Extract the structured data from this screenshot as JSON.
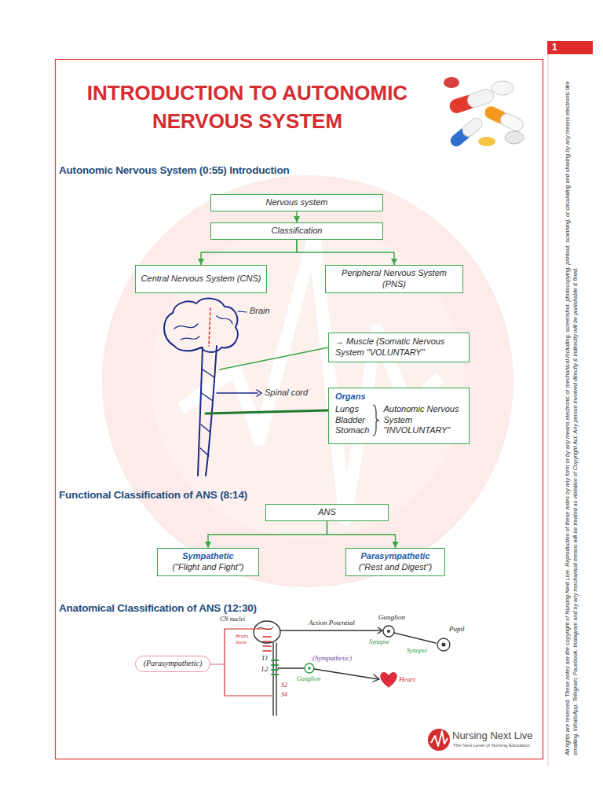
{
  "diagram": {
    "title": "INTRODUCTION TO AUTONOMIC NERVOUS SYSTEM",
    "nodes": [
      {
        "text": [
          "1"
        ]
      },
      {
        "text": [
          "Nervous system"
        ]
      },
      {
        "text": [
          "Classification"
        ]
      },
      {
        "text": [
          "Central Nervous System (CNS)"
        ]
      },
      {
        "text": [
          "Peripheral Nervous System (PNS)"
        ]
      },
      {
        "text": [
          "→ Muscle (Somatic Nervous System \"VOLUNTARY\""
        ]
      },
      {
        "text": [
          "Organs",
          "Lungs Bladder Stomach",
          "Autonomic Nervous System \"INVOLUNTARY\""
        ]
      },
      {
        "text": [
          "ANS"
        ]
      },
      {
        "text": [
          "Sympathetic",
          "(\"Flight and Fight\")"
        ]
      },
      {
        "text": [
          "Parasympathetic",
          "(\"Rest and Digest\")"
        ]
      },
      {
        "text": [
          "(Parasympathetic)"
        ]
      }
    ],
    "edges": [
      {
        "from": 1,
        "to": 2,
        "arrow": "to"
      },
      {
        "from": 2,
        "to": 3,
        "arrow": "to"
      },
      {
        "from": 2,
        "to": 4,
        "arrow": "to"
      },
      {
        "from": 7,
        "to": 8,
        "arrow": "to"
      },
      {
        "from": 7,
        "to": 9,
        "arrow": "to"
      }
    ],
    "labels": [
      "Autonomic Nervous System (0:55) Introduction",
      "Brain",
      "Spinal cord",
      "Functional Classification of ANS (8:14)",
      "Anatomical Classification of ANS (12:30)",
      "CN nuclei",
      "Brain Stem",
      "Action Potential",
      "Ganglion",
      "Pupil",
      "Synapse",
      "Synapse",
      "(Sympathetic)",
      "Ganglion",
      "Heart",
      "T1",
      "L2",
      "S2",
      "S4",
      "Nursing Next Live",
      "The Next Level of Nursing Education",
      "All rights are reserved. These notes are the copyright of Nursing Next Live. Reproduction of these notes by any form or by any means electronic or mechanical including, screenshot, photocopying, printout, scanning, or circulating and sharing by any means electronic like emailing, WhatsApp, Telegram, Facebook, Instagram and by any mechanical means will be treated as violation of Copyright Act. Any person involved directly & indirectly will be punishable & fined."
    ]
  }
}
